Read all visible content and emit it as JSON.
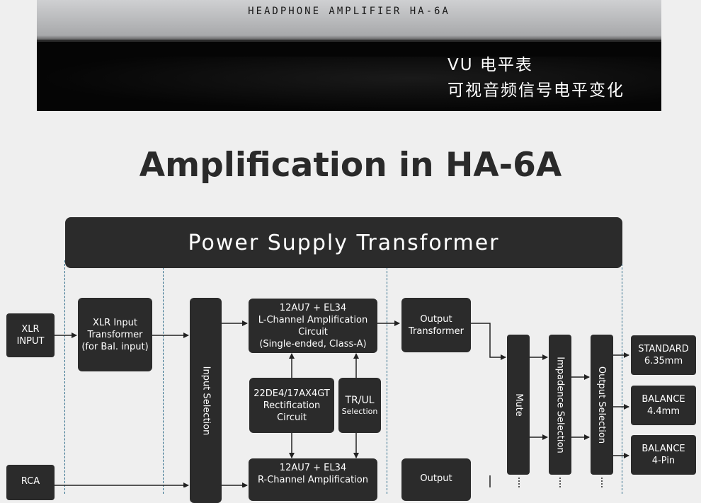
{
  "hero": {
    "brand": "HEADPHONE AMPLIFIER HA-6A",
    "line1": "VU 电平表",
    "line2": "可视音频信号电平变化"
  },
  "title": "Amplification in HA-6A",
  "diagram": {
    "psu": "Power Supply Transformer",
    "xlr_input": "XLR\nINPUT",
    "rca_input": "RCA",
    "xlr_transformer": "XLR Input\nTransformer\n(for Bal. input)",
    "input_selection": "Input Selection",
    "l_amp": "12AU7 + EL34\nL-Channel Amplification\nCircuit\n(Single-ended, Class-A)",
    "r_amp": "12AU7 + EL34\nR-Channel Amplification",
    "rectification": "22DE4/17AX4GT\nRectification\nCircuit",
    "trul_main": "TR/UL",
    "trul_sub": "Selection",
    "output_transformer_l": "Output\nTransformer",
    "output_transformer_r": "Output",
    "mute": "Mute",
    "impedance_selection": "Impadence Selection",
    "output_selection": "Output Selection",
    "out_standard": "STANDARD\n6.35mm",
    "out_balance44": "BALANCE\n4.4mm",
    "out_balance4pin": "BALANCE\n4-Pin"
  }
}
